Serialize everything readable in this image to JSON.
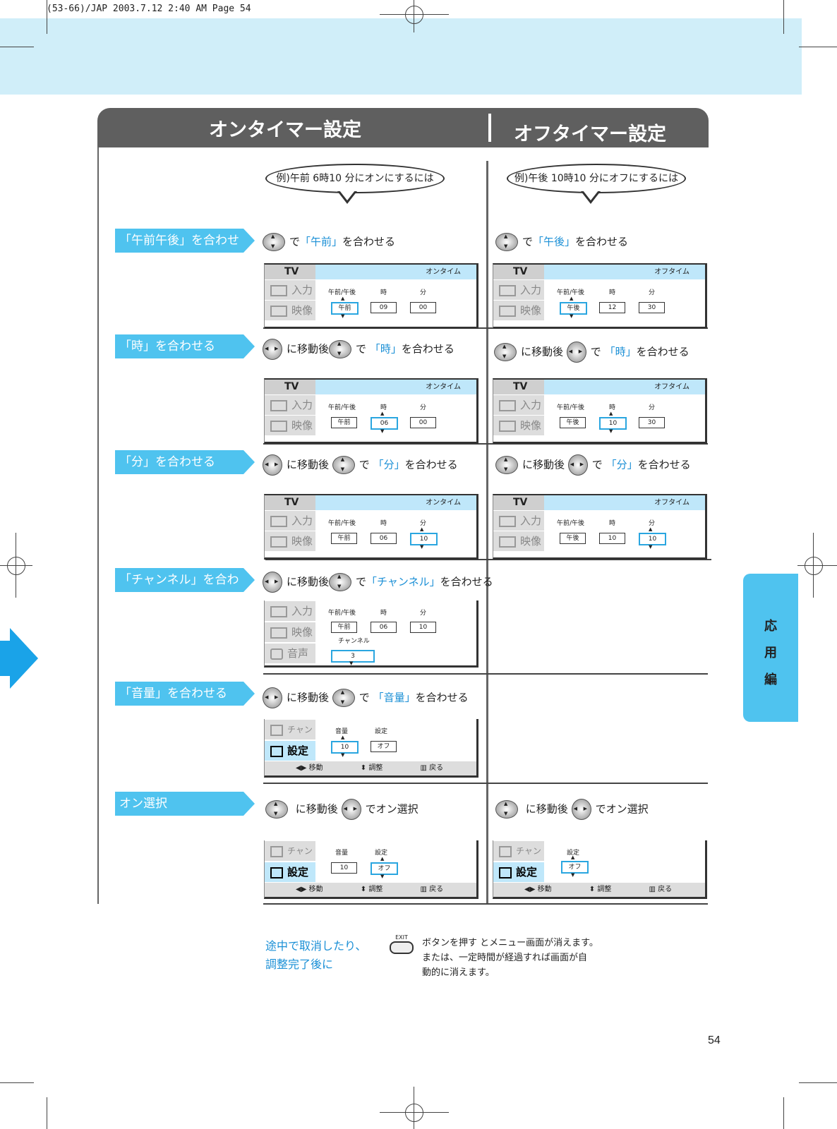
{
  "job_line": "(53-66)/JAP 2003.7.12 2:40 AM Page 54",
  "title_on": "オンタイマー設定",
  "title_off": "オフタイマー設定",
  "example_on": "例)午前 6時10 分にオンにするには",
  "example_off": "例)午後 10時10 分にオフにするには",
  "steps": [
    "「午前午後」を合わせる",
    "「時」を合わせる",
    "「分」を合わせる",
    "「チャンネル」を合わせる",
    "「音量」を合わせる",
    "オン選択"
  ],
  "ins": {
    "ampm_on": [
      "で",
      "「午前」",
      "を合わせる"
    ],
    "ampm_off": [
      "で",
      "「午後」",
      "を合わせる"
    ],
    "hour_on": [
      "に移動後",
      "で",
      "「時」",
      "を合わせる"
    ],
    "hour_off": [
      "に移動後",
      "で",
      "「時」",
      "を合わせる"
    ],
    "min_on": [
      "に移動後",
      "で",
      "「分」",
      "を合わせる"
    ],
    "min_off": [
      "に移動後",
      "で",
      "「分」",
      "を合わせる"
    ],
    "ch_on": [
      "に移動後",
      "で",
      "「チャンネル」",
      "を合わせる"
    ],
    "vol_on": [
      "に移動後",
      "で",
      "「音量」",
      "を合わせる"
    ],
    "sel_on": [
      "に移動後",
      "でオン選択"
    ],
    "sel_off": [
      "に移動後",
      "でオン選択"
    ]
  },
  "osd": {
    "tv": "TV",
    "mode_on": "オンタイム",
    "mode_off": "オフタイム",
    "input": "入力",
    "picture": "映像",
    "sound": "音声",
    "channel": "チャンネル",
    "setting": "設定",
    "col_ampm": "午前/午後",
    "col_hour": "時",
    "col_min": "分",
    "col_ch": "チャンネル",
    "col_vol": "音量",
    "col_set": "設定",
    "am": "午前",
    "pm": "午後",
    "off": "オフ",
    "nav_move": "移動",
    "nav_adjust": "調整",
    "nav_back": "戻る",
    "v09": "09",
    "v00": "00",
    "v12": "12",
    "v30": "30",
    "v06": "06",
    "v10": "10",
    "v3": "3"
  },
  "note_left": [
    "途中で取消したり、",
    "調整完了後に"
  ],
  "exit_label": "EXIT",
  "note_right": [
    "ボタンを押す とメニュー画面が消えます。",
    "または、一定時間が経過すれば画面が自",
    "動的に消えます。"
  ],
  "side_tab": [
    "応",
    "用",
    "編"
  ],
  "page_number": "54"
}
